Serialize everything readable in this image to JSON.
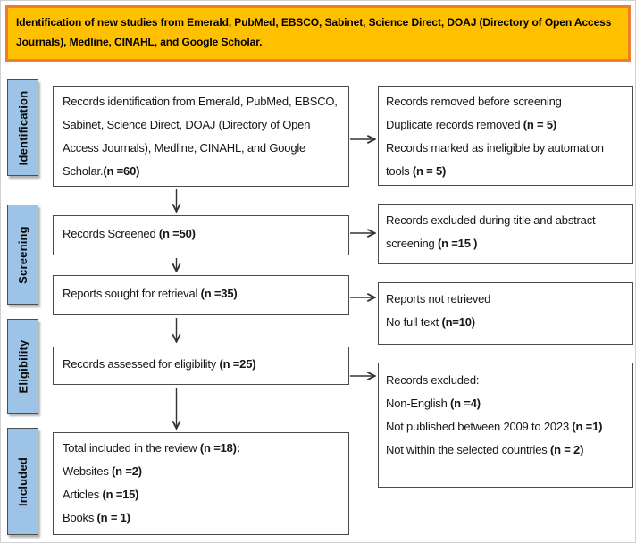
{
  "banner": {
    "text": "Identification of new studies from Emerald, PubMed, EBSCO, Sabinet, Science Direct, DOAJ (Directory of Open Access Journals), Medline, CINAHL, and Google Scholar."
  },
  "stages": [
    {
      "label": "Identification"
    },
    {
      "label": "Screening"
    },
    {
      "label": "Eligibility"
    },
    {
      "label": "Included"
    }
  ],
  "main_boxes": [
    {
      "name": "records-identification",
      "lines": [
        [
          {
            "text": "Records identification from Emerald, PubMed, EBSCO, Sabinet, Science Direct, DOAJ (Directory of Open Access Journals), Medline, CINAHL, and Google Scholar."
          },
          {
            "text": "(n =60)",
            "bold": true
          }
        ]
      ]
    },
    {
      "name": "records-screened",
      "lines": [
        [
          {
            "text": "Records Screened  "
          },
          {
            "text": "(n =50)",
            "bold": true
          }
        ]
      ]
    },
    {
      "name": "reports-sought",
      "lines": [
        [
          {
            "text": "Reports sought for retrieval  "
          },
          {
            "text": "(n =35)",
            "bold": true
          }
        ]
      ]
    },
    {
      "name": "records-assessed",
      "lines": [
        [
          {
            "text": "Records assessed for eligibility "
          },
          {
            "text": "(n =25)",
            "bold": true
          }
        ]
      ]
    },
    {
      "name": "total-included",
      "lines": [
        [
          {
            "text": "Total included in the review "
          },
          {
            "text": "(n =18):",
            "bold": true
          }
        ],
        [
          {
            "text": "Websites "
          },
          {
            "text": "(n =2)",
            "bold": true
          }
        ],
        [
          {
            "text": "Articles "
          },
          {
            "text": "(n =15)",
            "bold": true
          }
        ],
        [
          {
            "text": "Books "
          },
          {
            "text": "(n = 1)",
            "bold": true
          }
        ]
      ]
    }
  ],
  "side_boxes": [
    {
      "name": "records-removed-before-screening",
      "lines": [
        [
          {
            "text": "Records removed before screening"
          }
        ],
        [
          {
            "text": "Duplicate records removed "
          },
          {
            "text": "(n = 5)",
            "bold": true
          }
        ],
        [
          {
            "text": "Records marked as ineligible by automation tools "
          },
          {
            "text": "(n = 5)",
            "bold": true
          }
        ]
      ]
    },
    {
      "name": "records-excluded-title-abstract",
      "lines": [
        [
          {
            "text": "Records excluded during title and abstract screening "
          },
          {
            "text": "(n =15 )",
            "bold": true
          }
        ]
      ]
    },
    {
      "name": "reports-not-retrieved",
      "lines": [
        [
          {
            "text": "Reports not retrieved"
          }
        ],
        [
          {
            "text": "No full text "
          },
          {
            "text": "(n=10)",
            "bold": true
          }
        ]
      ]
    },
    {
      "name": "records-excluded-eligibility",
      "lines": [
        [
          {
            "text": "Records excluded:"
          }
        ],
        [
          {
            "text": "Non-English "
          },
          {
            "text": "(n =4)",
            "bold": true
          }
        ],
        [
          {
            "text": "Not published between 2009 to 2023 "
          },
          {
            "text": "(n =1)",
            "bold": true
          }
        ],
        [
          {
            "text": "Not within the selected countries "
          },
          {
            "text": "(n = 2)",
            "bold": true
          }
        ]
      ]
    }
  ],
  "colors": {
    "banner_bg": "#FFC000",
    "banner_border": "#ED7D31",
    "stage_bg": "#9DC3E6",
    "box_border": "#4A4A4A",
    "arrow": "#333333"
  }
}
